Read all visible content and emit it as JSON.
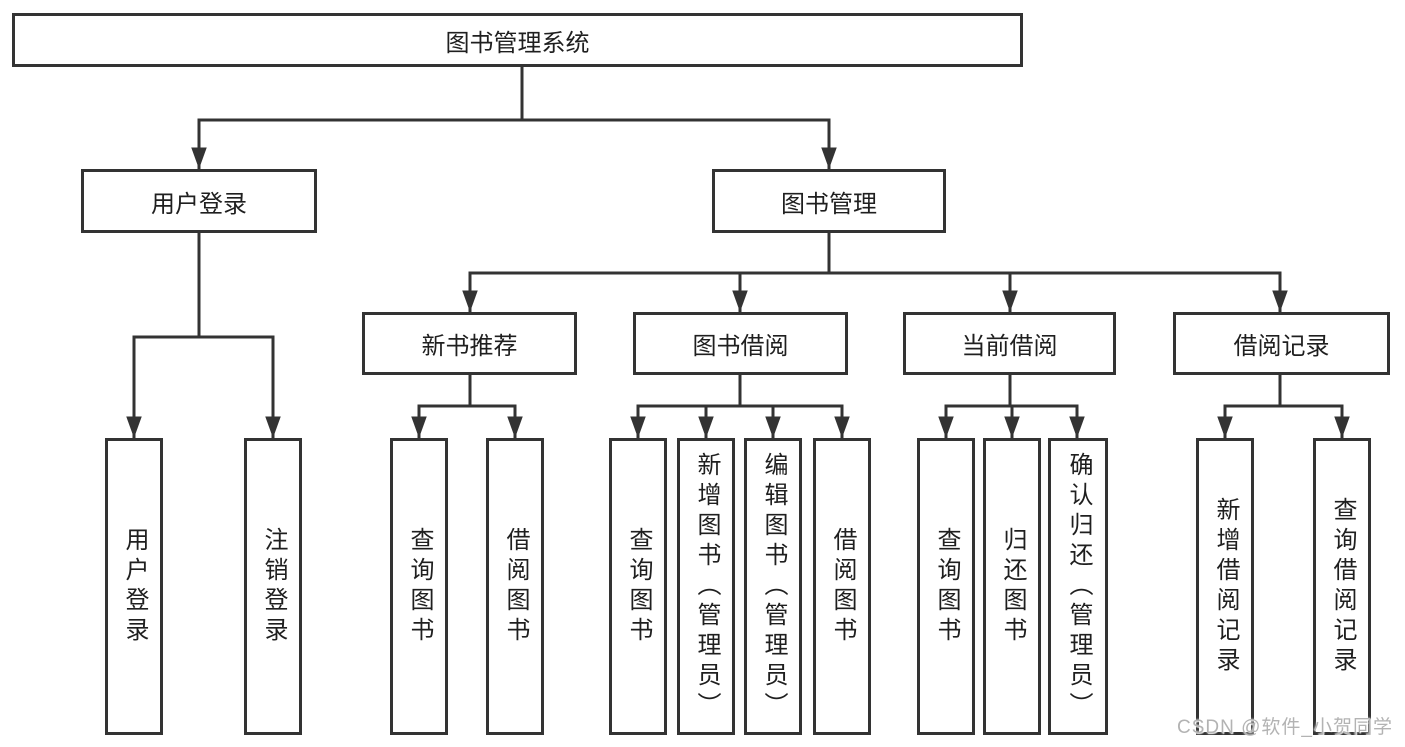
{
  "diagram_title": "图书管理系统",
  "tree": {
    "label": "图书管理系统",
    "children": [
      {
        "label": "用户登录",
        "children": [
          {
            "label": "用户登录"
          },
          {
            "label": "注销登录"
          }
        ]
      },
      {
        "label": "图书管理",
        "children": [
          {
            "label": "新书推荐",
            "children": [
              {
                "label": "查询图书"
              },
              {
                "label": "借阅图书"
              }
            ]
          },
          {
            "label": "图书借阅",
            "children": [
              {
                "label": "查询图书"
              },
              {
                "label": "新增图书（管理员）"
              },
              {
                "label": "编辑图书（管理员）"
              },
              {
                "label": "借阅图书"
              }
            ]
          },
          {
            "label": "当前借阅",
            "children": [
              {
                "label": "查询图书"
              },
              {
                "label": "归还图书"
              },
              {
                "label": "确认归还（管理员）"
              }
            ]
          },
          {
            "label": "借阅记录",
            "children": [
              {
                "label": "新增借阅记录"
              },
              {
                "label": "查询借阅记录"
              }
            ]
          }
        ]
      }
    ]
  },
  "watermark": {
    "text": "CSDN @软件_小贺同学"
  },
  "colors": {
    "line": "#333333",
    "background": "#ffffff",
    "text": "#1f1f1f",
    "watermark": "#b3b3b3"
  }
}
